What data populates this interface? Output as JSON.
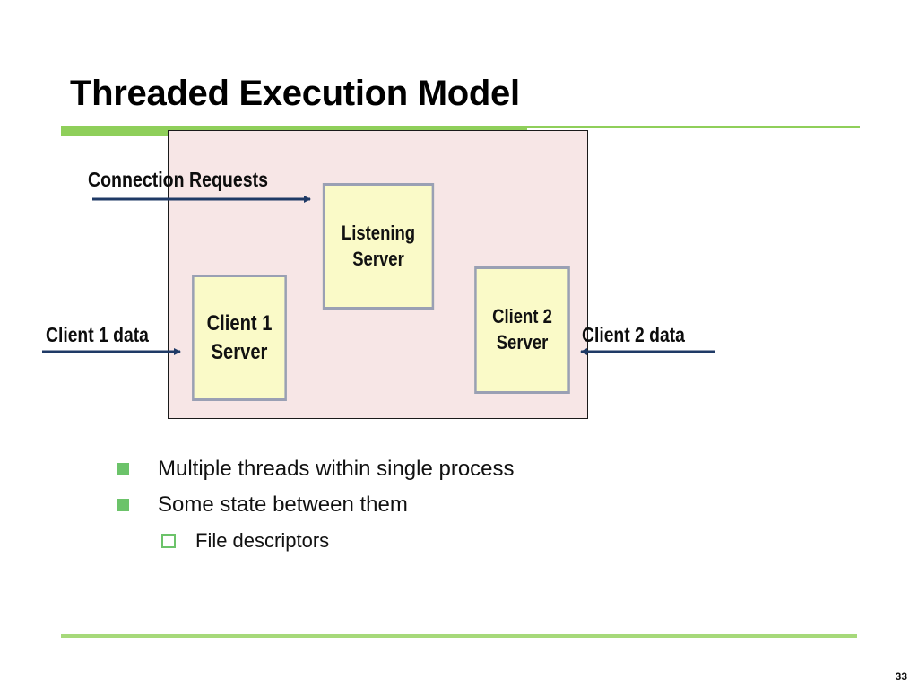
{
  "slide": {
    "title": "Threaded Execution Model",
    "page_number": "33"
  },
  "diagram": {
    "nodes": {
      "listening_server": "Listening\nServer",
      "client1_server": "Client 1\nServer",
      "client2_server": "Client 2\nServer"
    },
    "edges": {
      "connection_requests": "Connection Requests",
      "client1_data": "Client 1 data",
      "client2_data": "Client 2 data"
    },
    "colors": {
      "process_fill": "#f7e6e6",
      "thread_fill": "#fafac8",
      "thread_border": "#9aa0b4",
      "arrow": "#1f3a66",
      "accent": "#8fcf5a"
    }
  },
  "bullets": [
    {
      "text": "Multiple threads within single process"
    },
    {
      "text": "Some state between them"
    }
  ],
  "sub_bullets": [
    {
      "text": "File descriptors"
    }
  ]
}
